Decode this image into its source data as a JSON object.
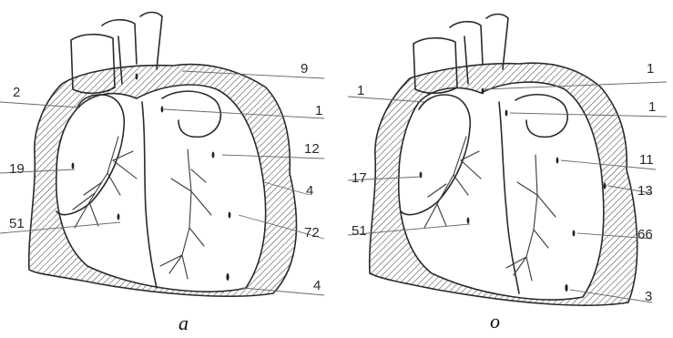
{
  "panels": [
    {
      "caption": "a",
      "labels": [
        "9",
        "2",
        "1",
        "12",
        "19",
        "4",
        "51",
        "72",
        "4"
      ]
    },
    {
      "caption": "o",
      "labels": [
        "1",
        "1",
        "1",
        "11",
        "17",
        "13",
        "51",
        "66",
        "3"
      ]
    }
  ],
  "colors": {
    "line": "#2a2a2a",
    "hatch": "#555555",
    "background": "#ffffff"
  }
}
